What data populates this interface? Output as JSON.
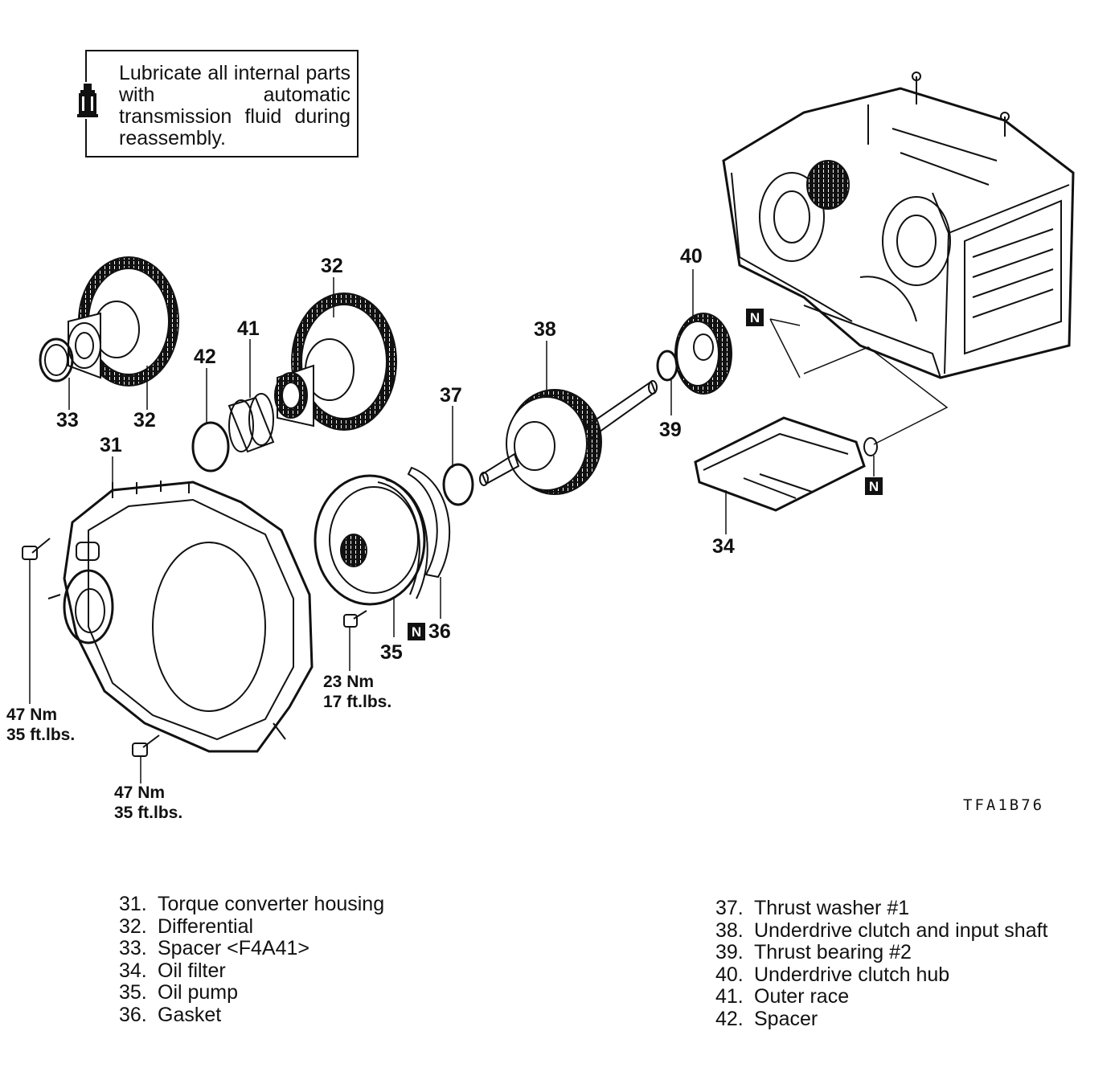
{
  "note": {
    "text": "Lubricate all internal parts with automatic transmission fluid during reassembly.",
    "icon": "oil-can-icon"
  },
  "callouts": {
    "c31": "31",
    "c32_left": "32",
    "c32_top": "32",
    "c33": "33",
    "c34": "34",
    "c35": "35",
    "c36": "36",
    "c37": "37",
    "c38": "38",
    "c39": "39",
    "c40": "40",
    "c41": "41",
    "c42": "42"
  },
  "badges": {
    "n_mark": "N"
  },
  "torque": {
    "housing_bolt_left": {
      "nm": "47 Nm",
      "ftlbs": "35 ft.lbs."
    },
    "housing_bolt_bottom": {
      "nm": "47 Nm",
      "ftlbs": "35 ft.lbs."
    },
    "pump_bolt": {
      "nm": "23 Nm",
      "ftlbs": "17 ft.lbs."
    }
  },
  "reference_code": "TFA1B76",
  "legend": {
    "left": [
      {
        "num": "31.",
        "label": "Torque converter housing"
      },
      {
        "num": "32.",
        "label": "Differential"
      },
      {
        "num": "33.",
        "label": "Spacer <F4A41>"
      },
      {
        "num": "34.",
        "label": "Oil filter"
      },
      {
        "num": "35.",
        "label": "Oil pump"
      },
      {
        "num": "36.",
        "label": "Gasket"
      }
    ],
    "right": [
      {
        "num": "37.",
        "label": "Thrust washer #1"
      },
      {
        "num": "38.",
        "label": "Underdrive clutch and input shaft"
      },
      {
        "num": "39.",
        "label": "Thrust bearing #2"
      },
      {
        "num": "40.",
        "label": "Underdrive clutch hub"
      },
      {
        "num": "41.",
        "label": "Outer race"
      },
      {
        "num": "42.",
        "label": "Spacer"
      }
    ]
  }
}
